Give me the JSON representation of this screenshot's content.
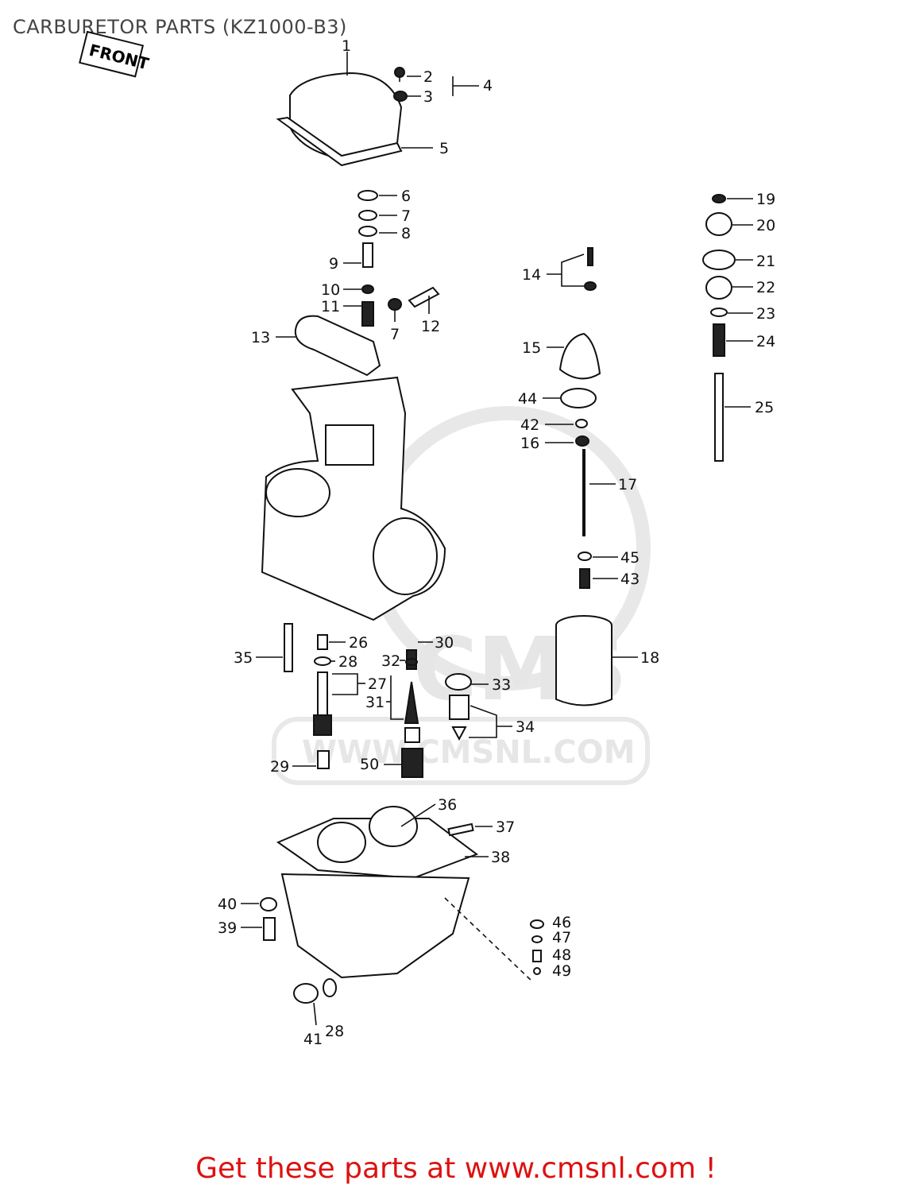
{
  "title": "CARBURETOR PARTS (KZ1000-B3)",
  "front_tag": "FRONT",
  "watermark": {
    "brand": "CMS",
    "site": "WWW.CMSNL.COM"
  },
  "footer": {
    "text": "Get these parts at www.cmsnl.com !",
    "color": "#dd1111"
  },
  "callouts": [
    "1",
    "2",
    "3",
    "4",
    "5",
    "6",
    "7",
    "8",
    "9",
    "10",
    "11",
    "7",
    "12",
    "13",
    "14",
    "15",
    "44",
    "42",
    "16",
    "17",
    "45",
    "43",
    "18",
    "19",
    "20",
    "21",
    "22",
    "23",
    "24",
    "25",
    "35",
    "26",
    "28",
    "27",
    "30",
    "32",
    "31",
    "33",
    "34",
    "29",
    "50",
    "36",
    "37",
    "38",
    "40",
    "39",
    "46",
    "47",
    "48",
    "49",
    "41",
    "28"
  ]
}
